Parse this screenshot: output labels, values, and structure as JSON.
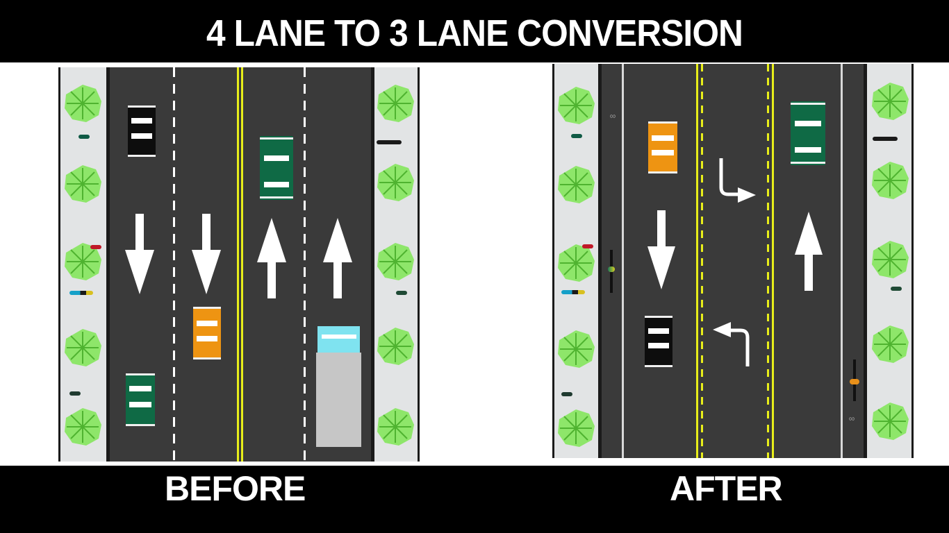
{
  "title": "4 LANE TO 3 LANE CONVERSION",
  "captions": {
    "before": "BEFORE",
    "after": "AFTER"
  },
  "colors": {
    "background_bars": "#000000",
    "asphalt": "#3a3a3a",
    "sidewalk": "#e2e4e5",
    "center_line_yellow": "#e8ee1a",
    "lane_dash_white": "#ffffff",
    "tree_green": "#8ee66a",
    "car_black": "#0d0d0d",
    "car_green": "#0f6a45",
    "car_orange": "#ee9412",
    "truck_cab": "#7fe3f0",
    "truck_body": "#c6c6c6"
  },
  "before": {
    "lanes": [
      {
        "direction": "southbound",
        "arrow": "down"
      },
      {
        "direction": "southbound",
        "arrow": "down"
      },
      {
        "direction": "northbound",
        "arrow": "up"
      },
      {
        "direction": "northbound",
        "arrow": "up"
      }
    ],
    "vehicles": [
      {
        "type": "car",
        "color": "black",
        "lane": 1
      },
      {
        "type": "car",
        "color": "green",
        "lane": 1
      },
      {
        "type": "car",
        "color": "orange",
        "lane": 2
      },
      {
        "type": "car",
        "color": "green",
        "lane": 3
      },
      {
        "type": "truck",
        "color": "gray/cyan",
        "lane": 4
      }
    ],
    "median": "double solid yellow"
  },
  "after": {
    "lanes": [
      {
        "type": "bike lane",
        "direction": "southbound"
      },
      {
        "type": "travel lane",
        "direction": "southbound",
        "arrow": "down"
      },
      {
        "type": "two-way left-turn lane",
        "arrows": [
          "turn-right-from-down",
          "turn-left-from-up"
        ]
      },
      {
        "type": "travel lane",
        "direction": "northbound",
        "arrow": "up"
      },
      {
        "type": "bike lane",
        "direction": "northbound"
      }
    ],
    "vehicles": [
      {
        "type": "car",
        "color": "orange",
        "lane": 2
      },
      {
        "type": "car",
        "color": "black",
        "lane": 2
      },
      {
        "type": "car",
        "color": "green",
        "lane": 4
      },
      {
        "type": "bicycle",
        "lane": 1
      },
      {
        "type": "bicycle",
        "lane": 5
      }
    ],
    "center_markings": "solid yellow + dashed yellow both sides"
  }
}
